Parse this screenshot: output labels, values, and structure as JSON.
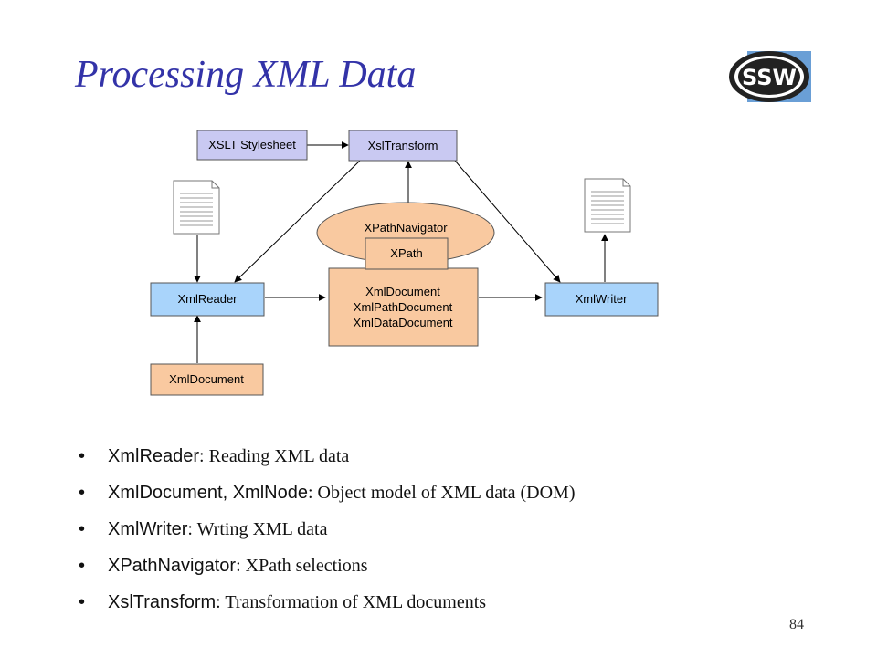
{
  "slide": {
    "title": "Processing XML Data",
    "page_number": "84",
    "logo_text": "SSW",
    "colors": {
      "title": "#3333a8",
      "purple_box": "#c9c9f2",
      "blue_box": "#a9d4fb",
      "orange_box": "#f9c9a0",
      "logo_blue": "#6a9fd6"
    }
  },
  "diagram": {
    "xslt_stylesheet": "XSLT Stylesheet",
    "xsl_transform": "XslTransform",
    "xpath_navigator": "XPathNavigator",
    "xpath": "XPath",
    "xml_reader": "XmlReader",
    "xml_writer": "XmlWriter",
    "xml_document_input": "XmlDocument",
    "store_line1": "XmlDocument",
    "store_line2": "XmlPathDocument",
    "store_line3": "XmlDataDocument"
  },
  "bullets": [
    {
      "term": "XmlReader",
      "desc": ": Reading XML data"
    },
    {
      "term": "XmlDocument, XmlNode",
      "desc": ": Object model of XML data (DOM)"
    },
    {
      "term": "XmlWriter",
      "desc": ": Wrting XML data"
    },
    {
      "term": "XPathNavigator",
      "desc": ": XPath selections"
    },
    {
      "term": "XslTransform",
      "desc": ": Transformation of XML documents"
    }
  ]
}
